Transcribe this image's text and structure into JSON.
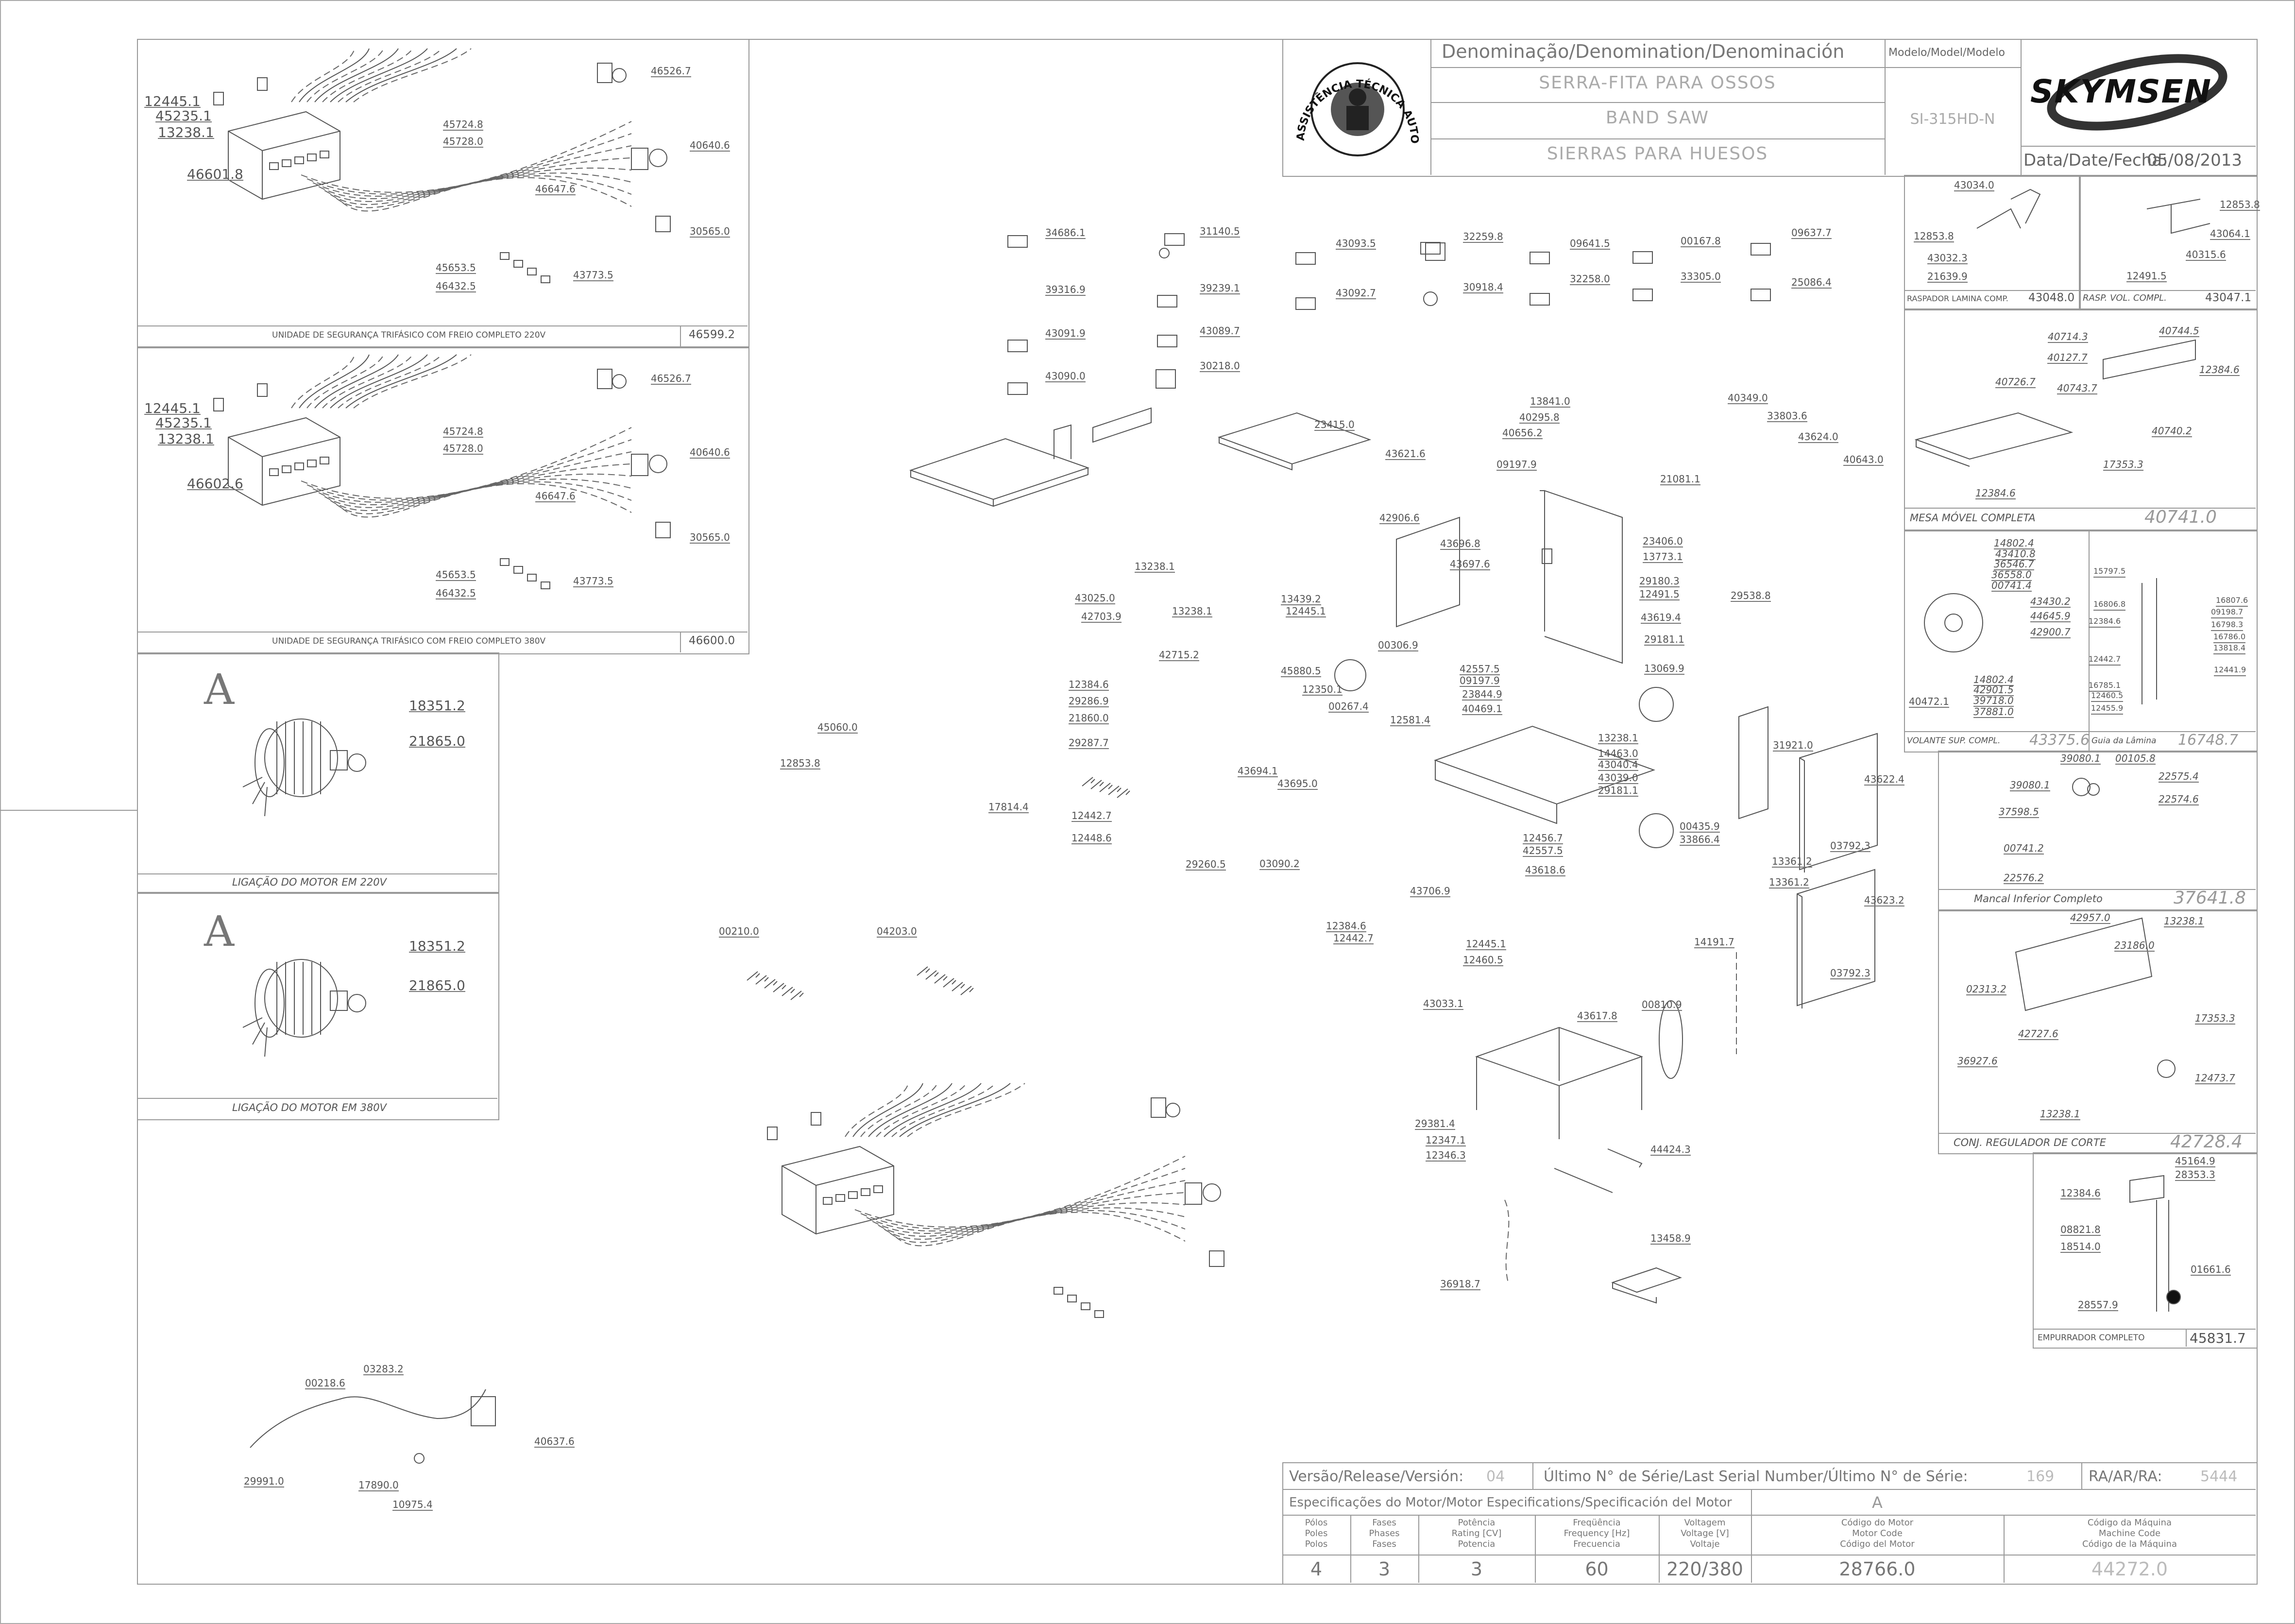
{
  "title_block": {
    "denomination_header": "Denominação/Denomination/Denominación",
    "name_pt": "SERRA-FITA PARA OSSOS",
    "name_en": "BAND SAW",
    "name_es": "SIERRAS PARA HUESOS",
    "model_header": "Modelo/Model/Modelo",
    "model_value": "SI-315HD-N",
    "brand": "SKYMSEN",
    "date_label": "Data/Date/Fecha:",
    "date_value": "05/08/2013",
    "seal_text": "ASSISTÊNCIA TÉCNICA AUTORIZADA"
  },
  "bottom_block": {
    "version_label": "Versão/Release/Versión:",
    "version_value": "04",
    "serial_label": "Último N° de Série/Last Serial Number/Último N° de Série:",
    "serial_value": "169",
    "ra_label": "RA/AR/RA:",
    "ra_value": "5444",
    "motor_specs_label": "Especificações do Motor/Motor Especifications/Specificación del Motor",
    "motor_variant": "A",
    "col_poles": "Pólos\nPoles\nPolos",
    "col_phases": "Fases\nPhases\nFases",
    "col_power": "Potência\nRating [CV]\nPotencia",
    "col_freq": "Freqüência\nFrequency [Hz]\nFrecuencia",
    "col_volt": "Voltagem\nVoltage [V]\nVoltaje",
    "col_motor_code": "Código do Motor\nMotor Code\nCódigo del Motor",
    "col_machine_code": "Código da Máquina\nMachine Code\nCódigo de la Máquina",
    "val_poles": "4",
    "val_phases": "3",
    "val_power": "3",
    "val_freq": "60",
    "val_volt": "220/380",
    "val_motor_code": "28766.0",
    "val_machine_code": "44272.0"
  },
  "left_panels": {
    "panel1_caption": "UNIDADE DE SEGURANÇA TRIFÁSICO COM FREIO COMPLETO 220V",
    "panel1_code": "46599.2",
    "panel2_caption": "UNIDADE DE SEGURANÇA TRIFÁSICO COM FREIO COMPLETO 380V",
    "panel2_code": "46600.0",
    "panel3_caption": "LIGAÇÃO DO MOTOR EM 220V",
    "panel4_caption": "LIGAÇÃO DO MOTOR EM 380V",
    "motor_letter": "A"
  },
  "right_panels": {
    "raspador_caption": "RASPADOR LAMINA COMP.",
    "raspador_code": "43048.0",
    "rasp_vol_caption": "RASP. VOL. COMPL.",
    "rasp_vol_code": "43047.1",
    "mesa_caption": "MESA MÓVEL COMPLETA",
    "mesa_code": "40741.0",
    "volante_caption": "VOLANTE SUP. COMPL.",
    "volante_code": "43375.6",
    "guia_caption": "Guia da Lâmina",
    "guia_code": "16748.7",
    "mancal_caption": "Mancal Inferior Completo",
    "mancal_code": "37641.8",
    "regulador_caption": "CONJ. REGULADOR DE CORTE",
    "regulador_code": "42728.4",
    "empurrador_caption": "EMPURRADOR COMPLETO",
    "empurrador_code": "45831.7"
  },
  "part_labels": {
    "p1": [
      "12445.1",
      "45235.1",
      "13238.1",
      "46601.8",
      "46526.7",
      "45724.8",
      "45728.0",
      "40640.6",
      "46647.6",
      "30565.0",
      "45653.5",
      "46432.5",
      "43773.5"
    ],
    "p2": [
      "12445.1",
      "45235.1",
      "13238.1",
      "46602.6",
      "46526.7",
      "45724.8",
      "45728.0",
      "40640.6",
      "46647.6",
      "30565.0",
      "45653.5",
      "46432.5",
      "43773.5"
    ],
    "p3": [
      "18351.2",
      "21865.0"
    ],
    "p4": [
      "18351.2",
      "21865.0"
    ],
    "top_row": [
      "34686.1",
      "31140.5",
      "43093.5",
      "32259.8",
      "09641.5",
      "00167.8",
      "09637.7",
      "39316.9",
      "39239.1",
      "43092.7",
      "30918.4",
      "32258.0",
      "33305.0",
      "25086.4",
      "43091.9",
      "43089.7",
      "43090.0",
      "30218.0"
    ],
    "main": [
      "23415.0",
      "43621.6",
      "13841.0",
      "40295.8",
      "40656.2",
      "09197.9",
      "40349.0",
      "33803.6",
      "43624.0",
      "40643.0",
      "21081.1",
      "42906.6",
      "43696.8",
      "43697.6",
      "23406.0",
      "13773.1",
      "29180.3",
      "12491.5",
      "43619.4",
      "29181.1",
      "13069.9",
      "29538.8",
      "13238.1",
      "43025.0",
      "42703.9",
      "13238.1",
      "13439.2",
      "12445.1",
      "00306.9",
      "45880.5",
      "12350.1",
      "00267.4",
      "42557.5",
      "09197.9",
      "23844.9",
      "40469.1",
      "12581.4",
      "42715.2",
      "12384.6",
      "29286.9",
      "21860.0",
      "29287.7",
      "12442.7",
      "12448.6",
      "45060.0",
      "12853.8",
      "17814.4",
      "43694.1",
      "43695.0",
      "13238.1",
      "14463.0",
      "43040.4",
      "43039.0",
      "29181.1",
      "12456.7",
      "42557.5",
      "43618.6",
      "00435.9",
      "33866.4",
      "31921.0",
      "40472.1",
      "43622.4",
      "13361.2",
      "03792.3",
      "13361.2",
      "43623.2",
      "03792.3",
      "29260.5",
      "03090.2",
      "43706.9",
      "12384.6",
      "12442.7",
      "00210.0",
      "04203.0",
      "14191.7",
      "43033.1",
      "12445.1",
      "12460.5",
      "43617.8",
      "00810.9",
      "29381.4",
      "12347.1",
      "12346.3",
      "44424.3",
      "13458.9",
      "36918.7",
      "00218.6",
      "03283.2",
      "40637.6",
      "29991.0",
      "17890.0",
      "10975.4"
    ],
    "raspador": [
      "43034.0",
      "12853.8",
      "43032.3",
      "21639.9"
    ],
    "rasp_vol": [
      "12853.8",
      "43064.1",
      "40315.6",
      "12491.5"
    ],
    "mesa": [
      "40744.5",
      "40714.3",
      "40127.7",
      "12384.6",
      "40743.7",
      "40726.7",
      "40740.2",
      "17353.3",
      "12384.6"
    ],
    "volante": [
      "14802.4",
      "43410.8",
      "36546.7",
      "36558.0",
      "00741.4",
      "43430.2",
      "44645.9",
      "42900.7",
      "14802.4",
      "42901.5",
      "39718.0",
      "37881.0"
    ],
    "guia": [
      "15797.5",
      "16806.8",
      "12384.6",
      "16807.6",
      "09198.7",
      "16798.3",
      "16786.0",
      "13818.4",
      "12442.7",
      "12441.9",
      "16785.1",
      "12460.5",
      "12455.9"
    ],
    "mancal": [
      "39080.1",
      "00105.8",
      "22575.4",
      "39080.1",
      "22574.6",
      "37598.5",
      "00741.2",
      "22576.2"
    ],
    "regulador": [
      "42957.0",
      "13238.1",
      "23186.0",
      "02313.2",
      "17353.3",
      "42727.6",
      "36927.6",
      "12473.7",
      "13238.1"
    ],
    "empurrador": [
      "45164.9",
      "28353.3",
      "12384.6",
      "08821.8",
      "18514.0",
      "01661.6",
      "28557.9"
    ]
  }
}
